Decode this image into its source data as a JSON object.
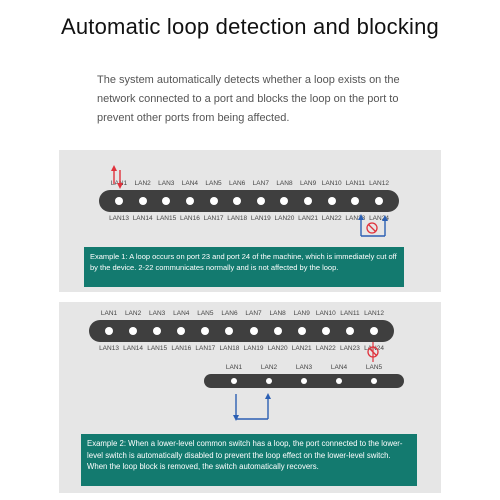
{
  "title": "Automatic loop detection and blocking",
  "description": "The system automatically detects whether a loop exists on the network connected to a port and blocks the loop on the port to prevent other ports from being affected.",
  "example1": {
    "top_ports": [
      "LAN1",
      "LAN2",
      "LAN3",
      "LAN4",
      "LAN5",
      "LAN6",
      "LAN7",
      "LAN8",
      "LAN9",
      "LAN10",
      "LAN11",
      "LAN12"
    ],
    "bottom_ports": [
      "LAN13",
      "LAN14",
      "LAN15",
      "LAN16",
      "LAN17",
      "LAN18",
      "LAN19",
      "LAN20",
      "LAN21",
      "LAN22",
      "LAN23",
      "LAN24"
    ],
    "note": "Example 1: A loop occurs on port 23 and port 24 of the machine, which is immediately cut off by the device. 2-22 communicates normally and is not affected by the loop."
  },
  "example2": {
    "top_ports": [
      "LAN1",
      "LAN2",
      "LAN3",
      "LAN4",
      "LAN5",
      "LAN6",
      "LAN7",
      "LAN8",
      "LAN9",
      "LAN10",
      "LAN11",
      "LAN12"
    ],
    "bottom_ports": [
      "LAN13",
      "LAN14",
      "LAN15",
      "LAN16",
      "LAN17",
      "LAN18",
      "LAN19",
      "LAN20",
      "LAN21",
      "LAN22",
      "LAN23",
      "LAN24"
    ],
    "lower_switch_ports": [
      "LAN1",
      "LAN2",
      "LAN3",
      "LAN4",
      "LAN5"
    ],
    "note": "Example 2: When a lower-level common switch has a loop, the port connected to the lower-level switch is automatically disabled to prevent the loop effect on the lower-level switch. When the loop block is removed, the switch automatically recovers."
  },
  "colors": {
    "accent": "#137a6f",
    "bar": "#3f3f3f",
    "panel": "#e6e6e6",
    "arrow_red": "#e0323c",
    "arrow_blue": "#2b5fb3"
  },
  "icons": [
    "loop-arrows-icon",
    "blocked-port-icon",
    "loop-connector-icon"
  ]
}
